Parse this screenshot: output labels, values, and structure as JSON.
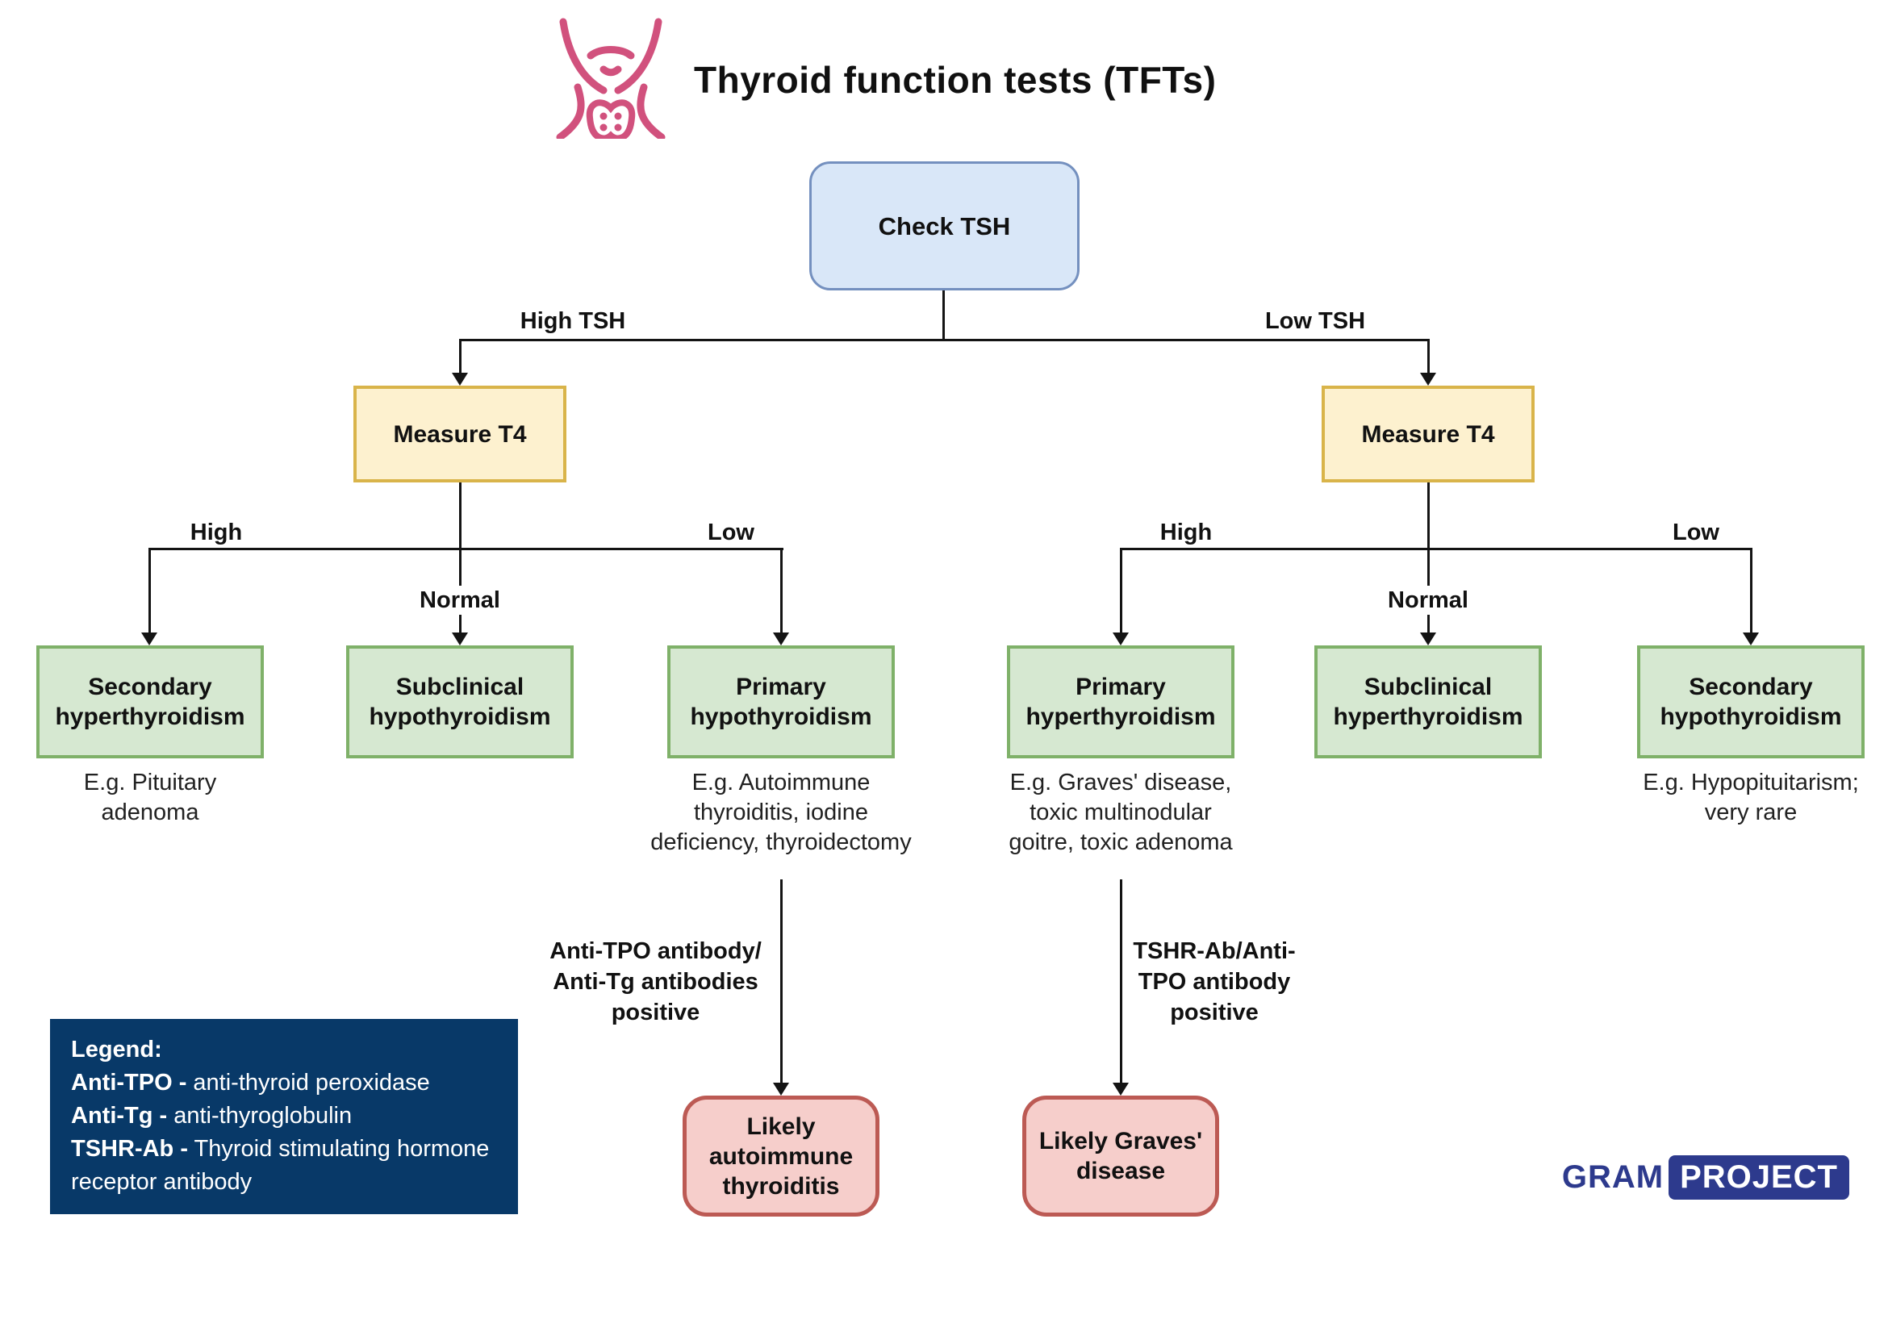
{
  "title": "Thyroid function tests (TFTs)",
  "nodes": {
    "check_tsh": {
      "label": "Check TSH"
    },
    "measure_t4_left": {
      "label": "Measure T4"
    },
    "measure_t4_right": {
      "label": "Measure T4"
    },
    "secondary_hyperthyroidism": {
      "label": "Secondary\nhyperthyroidism",
      "caption": "E.g. Pituitary\nadenoma"
    },
    "subclinical_hypothyroidism": {
      "label": "Subclinical\nhypothyroidism"
    },
    "primary_hypothyroidism": {
      "label": "Primary\nhypothyroidism",
      "caption": "E.g. Autoimmune\nthyroiditis, iodine\ndeficiency, thyroidectomy"
    },
    "primary_hyperthyroidism": {
      "label": "Primary\nhyperthyroidism",
      "caption": "E.g. Graves' disease,\ntoxic multinodular\ngoitre, toxic adenoma"
    },
    "subclinical_hyperthyroidism": {
      "label": "Subclinical\nhyperthyroidism"
    },
    "secondary_hypothyroidism": {
      "label": "Secondary\nhypothyroidism",
      "caption": "E.g. Hypopituitarism;\nvery rare"
    },
    "likely_autoimmune_thyroiditis": {
      "label": "Likely\nautoimmune\nthyroiditis"
    },
    "likely_graves_disease": {
      "label": "Likely Graves'\ndisease"
    }
  },
  "edge_labels": {
    "high_tsh": "High TSH",
    "low_tsh": "Low TSH",
    "left_high": "High",
    "left_normal": "Normal",
    "left_low": "Low",
    "right_high": "High",
    "right_normal": "Normal",
    "right_low": "Low",
    "anti_tpo_note": "Anti-TPO antibody/\nAnti-Tg antibodies\npositive",
    "tshr_ab_note": "TSHR-Ab/Anti-\nTPO antibody\npositive"
  },
  "legend": {
    "title": "Legend:",
    "items": [
      {
        "term": "Anti-TPO -",
        "definition": "anti-thyroid peroxidase"
      },
      {
        "term": "Anti-Tg -",
        "definition": "anti-thyroglobulin"
      },
      {
        "term": "TSHR-Ab -",
        "definition": "Thyroid stimulating hormone receptor antibody"
      }
    ]
  },
  "logo": {
    "text_left": "GRAM",
    "text_right": "PROJECT"
  },
  "colors": {
    "tsh_node_fill": "#d9e7f8",
    "tsh_node_border": "#7490bf",
    "t4_node_fill": "#fdf1cf",
    "t4_node_border": "#d9b44a",
    "diagnosis_node_fill": "#d6e8d1",
    "diagnosis_node_border": "#7fb169",
    "outcome_node_fill": "#f6cecb",
    "outcome_node_border": "#bc5a54",
    "legend_background": "#083968",
    "logo_navy": "#2d3a8d",
    "thyroid_icon_pink": "#d1517d",
    "connector_black": "#141414"
  }
}
